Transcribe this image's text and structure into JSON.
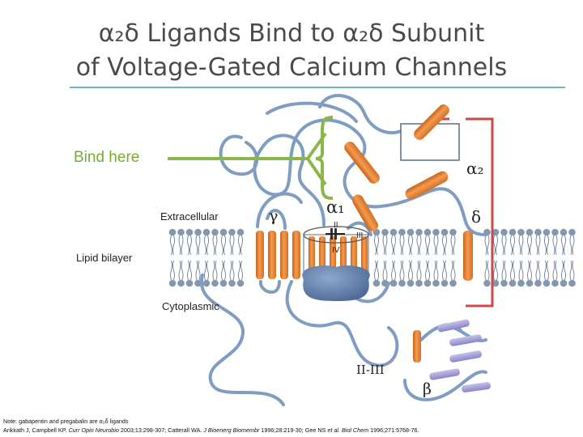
{
  "title": {
    "line1": "α₂δ Ligands Bind to α₂δ Subunit",
    "line2": "of Voltage-Gated Calcium Channels"
  },
  "labels": {
    "bind_here": "Bind here",
    "extracellular": "Extracellular",
    "lipid_bilayer": "Lipid bilayer",
    "cytoplasmic": "Cytoplasmic",
    "alpha2": "α₂",
    "delta": "δ",
    "gamma": "γ",
    "alpha1": "α₁",
    "beta": "β",
    "domain_ii": "II",
    "domain_iii": "III",
    "domain_iv": "IV",
    "loop_ii_iii": "II-III"
  },
  "colors": {
    "title_text": "#4a4a4a",
    "title_rule": "#6fb5c4",
    "bind_here_text": "#7aab34",
    "bind_arrow": "#8bb64a",
    "helix": "#f08a3c",
    "loop": "#7f9cc2",
    "bracket": "#c84a4a",
    "lipid_head": "#8497ae",
    "beta_helix": "#a39fd3",
    "gamma_helix": "#e1873f"
  },
  "footnote": {
    "line1": "Note: gabapentin and pregabalin are α₂δ ligands",
    "line2_a": "Arikkath J, Campbell KP. ",
    "line2_b": "Curr Opin Neurobio",
    "line2_c": " 2003;13:298-307; Catterall WA. ",
    "line2_d": "J Bioenerg Biomembr",
    "line2_e": " 1996;28:219-30; Gee NS ",
    "line2_f": "et al. Biol Chem",
    "line2_g": " 1996;271:5768-76."
  }
}
